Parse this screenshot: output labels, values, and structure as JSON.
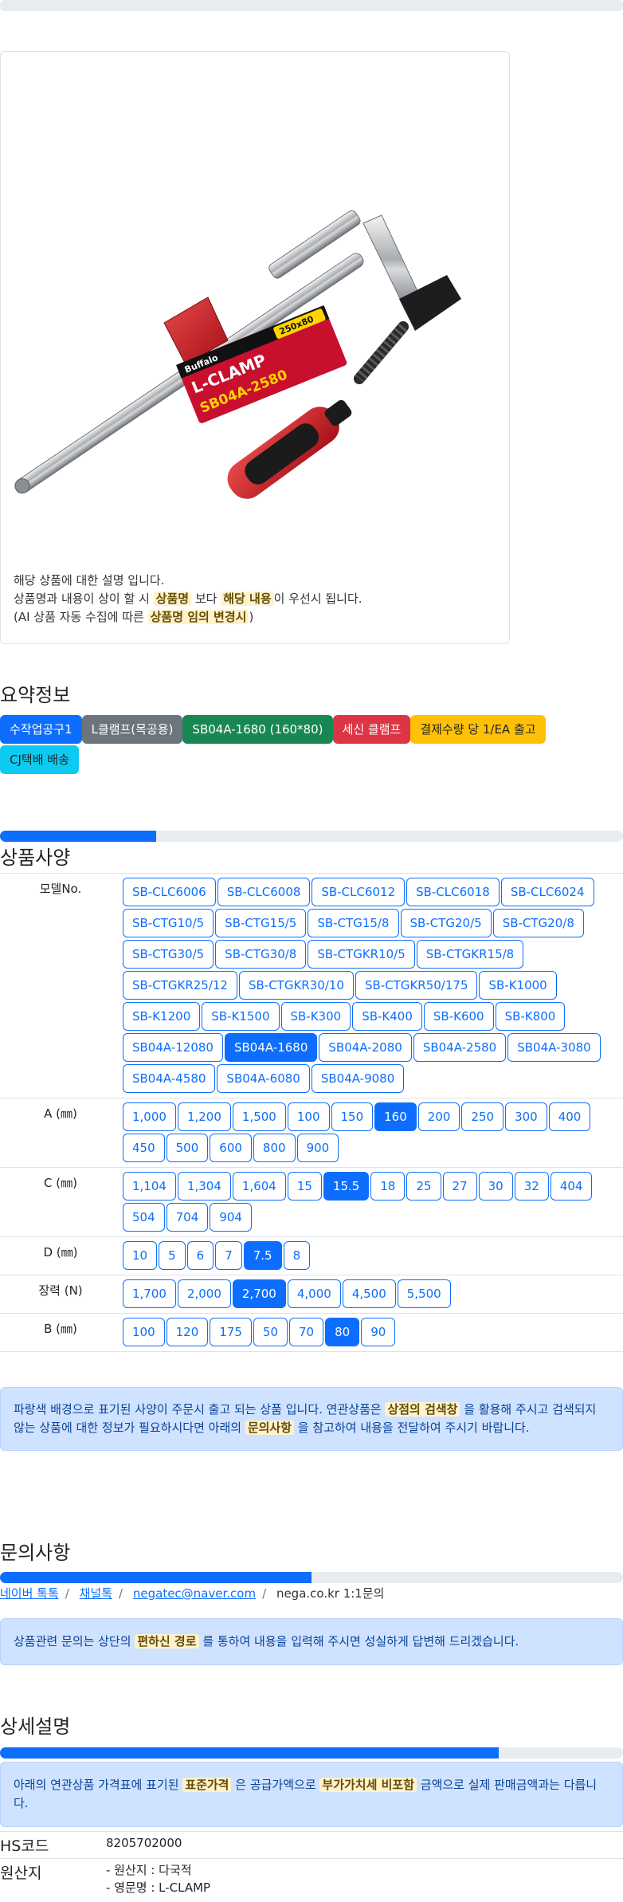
{
  "product": {
    "description": {
      "line1": "해당 상품에 대한 설명 입니다.",
      "line2_a": "상품명과 내용이 상이 할 시 ",
      "line2_hl1": "상품명",
      "line2_b": " 보다 ",
      "line2_hl2": "해당 내용",
      "line2_c": "이 우선시 됩니다.",
      "line3_a": "(AI 상품 자동 수집에 따른 ",
      "line3_hl": "상품명 임의 변경시",
      "line3_b": ")"
    },
    "image_label": {
      "brand": "Buffalo",
      "name": "L-CLAMP",
      "model": "SB04A-2580",
      "size": "250x80"
    }
  },
  "summary": {
    "title": "요약정보",
    "badges": [
      {
        "label": "수작업공구1",
        "color": "#0d6efd"
      },
      {
        "label": "L클램프(목공용)",
        "color": "#6c757d"
      },
      {
        "label": "SB04A-1680 (160*80)",
        "color": "#198754"
      },
      {
        "label": "세신 클램프",
        "color": "#dc3545"
      },
      {
        "label": "결제수량 당 1/EA 출고",
        "color": "#ffc107",
        "text_color": "#212529"
      },
      {
        "label": "CJ택배 배송",
        "color": "#0dcaf0",
        "text_color": "#212529"
      }
    ]
  },
  "specs": {
    "title": "상품사양",
    "progress": 0.25,
    "rows": [
      {
        "label": "모델No.",
        "active": "SB04A-1680",
        "options": [
          "SB-CLC6006",
          "SB-CLC6008",
          "SB-CLC6012",
          "SB-CLC6018",
          "SB-CLC6024",
          "SB-CTG10/5",
          "SB-CTG15/5",
          "SB-CTG15/8",
          "SB-CTG20/5",
          "SB-CTG20/8",
          "SB-CTG30/5",
          "SB-CTG30/8",
          "SB-CTGKR10/5",
          "SB-CTGKR15/8",
          "SB-CTGKR25/12",
          "SB-CTGKR30/10",
          "SB-CTGKR50/175",
          "SB-K1000",
          "SB-K1200",
          "SB-K1500",
          "SB-K300",
          "SB-K400",
          "SB-K600",
          "SB-K800",
          "SB04A-12080",
          "SB04A-1680",
          "SB04A-2080",
          "SB04A-2580",
          "SB04A-3080",
          "SB04A-4580",
          "SB04A-6080",
          "SB04A-9080"
        ]
      },
      {
        "label": "A (㎜)",
        "active": "160",
        "options": [
          "1,000",
          "1,200",
          "1,500",
          "100",
          "150",
          "160",
          "200",
          "250",
          "300",
          "400",
          "450",
          "500",
          "600",
          "800",
          "900"
        ]
      },
      {
        "label": "C (㎜)",
        "active": "15.5",
        "options": [
          "1,104",
          "1,304",
          "1,604",
          "15",
          "15.5",
          "18",
          "25",
          "27",
          "30",
          "32",
          "404",
          "504",
          "704",
          "904"
        ]
      },
      {
        "label": "D (㎜)",
        "active": "7.5",
        "options": [
          "10",
          "5",
          "6",
          "7",
          "7.5",
          "8"
        ]
      },
      {
        "label": "장력 (N)",
        "active": "2,700",
        "options": [
          "1,700",
          "2,000",
          "2,700",
          "4,000",
          "4,500",
          "5,500"
        ]
      },
      {
        "label": "B (㎜)",
        "active": "80",
        "options": [
          "100",
          "120",
          "175",
          "50",
          "70",
          "80",
          "90"
        ]
      }
    ],
    "notice": {
      "a": "파랑색 배경으로 표기된 사양이 주문시 출고 되는 상품 입니다. 연관상품은 ",
      "hl1": "상점의 검색창",
      "b": " 을 활용해 주시고 검색되지 않는 상품에 대한 정보가 필요하시다면 아래의 ",
      "hl2": "문의사항",
      "c": " 을 참고하여 내용을 전달하여 주시기 바랍니다."
    }
  },
  "inquiry": {
    "title": "문의사항",
    "progress": 0.5,
    "links": [
      "네이버 톡톡",
      "채널톡",
      "negatec@naver.com"
    ],
    "plain": "nega.co.kr 1:1문의",
    "notice": {
      "a": "상품관련 문의는 상단의 ",
      "hl": "편하신 경로",
      "b": " 를 통하여 내용을 입력해 주시면 성실하게 답변해 드리겠습니다."
    }
  },
  "detail": {
    "title": "상세설명",
    "progress": 0.8,
    "notice": {
      "a": "아래의 연관상품 가격표에 표기된 ",
      "hl1": "표준가격",
      "b": " 은 공급가액으로 ",
      "hl2": "부가가치세 비포함",
      "c": " 금액으로 실제 판매금액과는 다릅니다."
    },
    "hs_label": "HS코드",
    "hs_value": "8205702000",
    "origin_label": "원산지",
    "origin_line1": "- 원산지 : 다국적",
    "origin_line2": "- 영문명 : L-CLAMP"
  },
  "colors": {
    "primary": "#0d6efd",
    "alert_bg": "#cfe2ff",
    "highlight": "#fff3cd"
  }
}
